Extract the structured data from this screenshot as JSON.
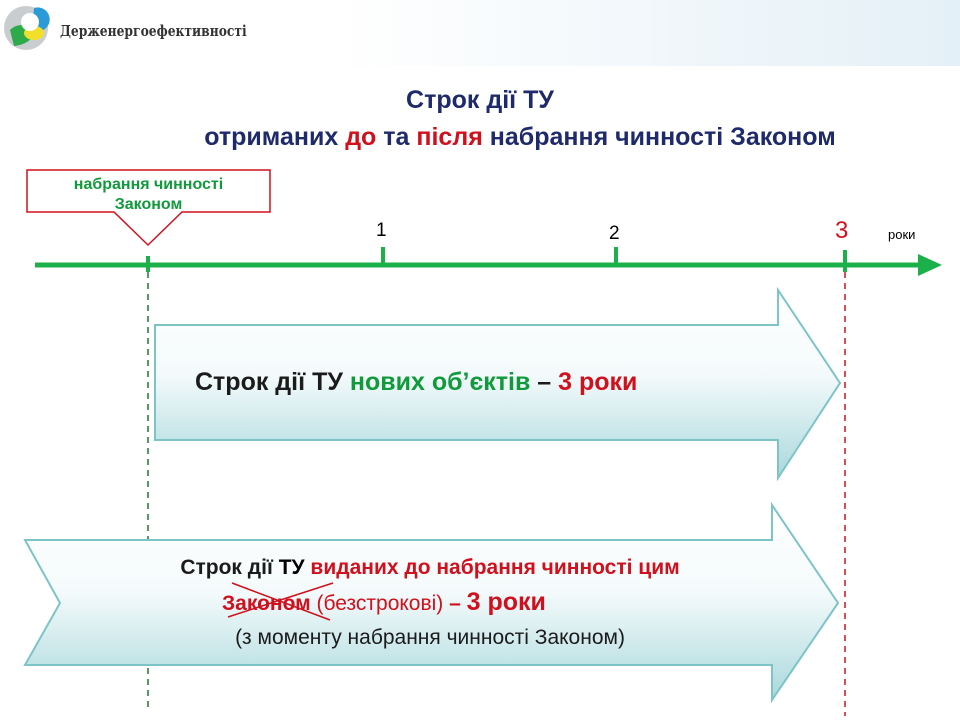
{
  "header": {
    "org_name": "Держенергоефективності"
  },
  "title": {
    "line1": "Строк дії ТУ",
    "line2_a": "отриманих ",
    "line2_b": "до",
    "line2_c": " та ",
    "line2_d": "після",
    "line2_e": " набрання чинності Законом"
  },
  "timeline": {
    "callout_line1": "набрання чинності",
    "callout_line2": "Законом",
    "ticks": [
      "1",
      "2",
      "3"
    ],
    "unit": "роки"
  },
  "arrow_new": {
    "a": "Строк дії ТУ ",
    "b": "нових об’єктів",
    "c": " – ",
    "d": "3 роки"
  },
  "arrow_old": {
    "a": "Строк дії ",
    "b": "ТУ",
    "c": " виданих до набрання чинності цим",
    "d": "Законом ",
    "e": "(безстрокові)",
    "f": " –  ",
    "g": "3 роки",
    "h": "(з моменту набрання чинності Законом)"
  },
  "colors": {
    "title": "#1f2a6b",
    "red": "#d0101c",
    "green": "#109a3c"
  }
}
